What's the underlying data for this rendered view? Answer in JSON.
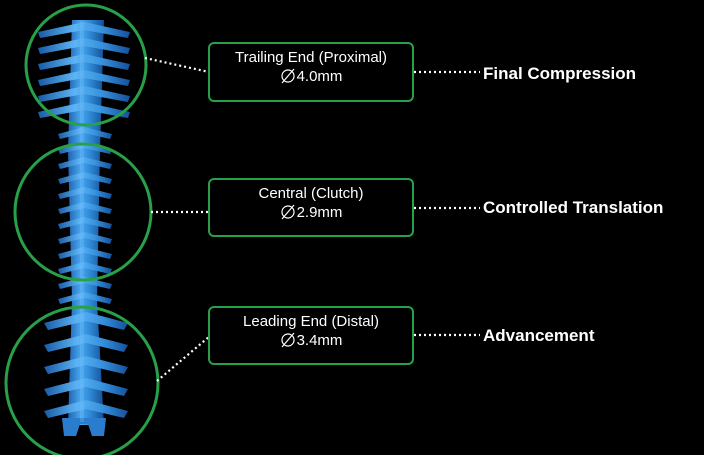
{
  "colors": {
    "background": "#000000",
    "circle_outline": "#27a048",
    "screw_blue": "#2f8bd6",
    "text": "#ffffff"
  },
  "sections": [
    {
      "name": "Trailing End (Proximal)",
      "diameter": "4.0mm",
      "outcome": "Final Compression"
    },
    {
      "name": "Central (Clutch)",
      "diameter": "2.9mm",
      "outcome": "Controlled Translation"
    },
    {
      "name": "Leading End (Distal)",
      "diameter": "3.4mm",
      "outcome": "Advancement"
    }
  ]
}
